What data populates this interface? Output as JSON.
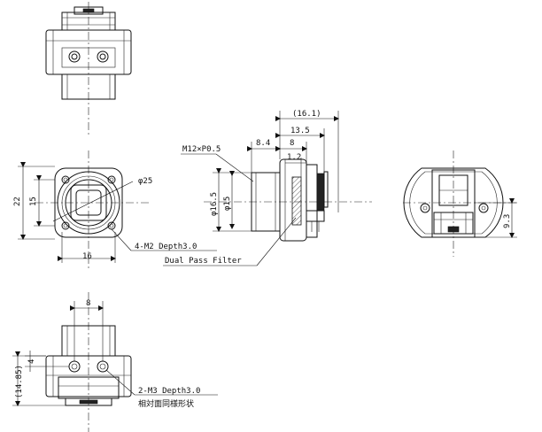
{
  "front_view": {
    "dim_width": "16",
    "dim_height": "22",
    "dim_inner": "15",
    "dim_diameter": "φ25",
    "note_screws": "4-M2 Depth3.0"
  },
  "side_view": {
    "dim_total": "(16.1)",
    "dim_135": "13.5",
    "dim_84": "8.4",
    "dim_8": "8",
    "dim_12": "1.2",
    "dim_thread": "M12×P0.5",
    "dim_165": "φ16.5",
    "dim_15": "φ15",
    "note_filter": "Dual Pass Filter"
  },
  "rear_view": {
    "dim_93": "9.3"
  },
  "bottom_view": {
    "dim_8": "8",
    "dim_4": "4",
    "dim_1485": "(14.85)",
    "note_screws": "2-M3 Depth3.0",
    "note_opposite": "相対面同様形状"
  }
}
